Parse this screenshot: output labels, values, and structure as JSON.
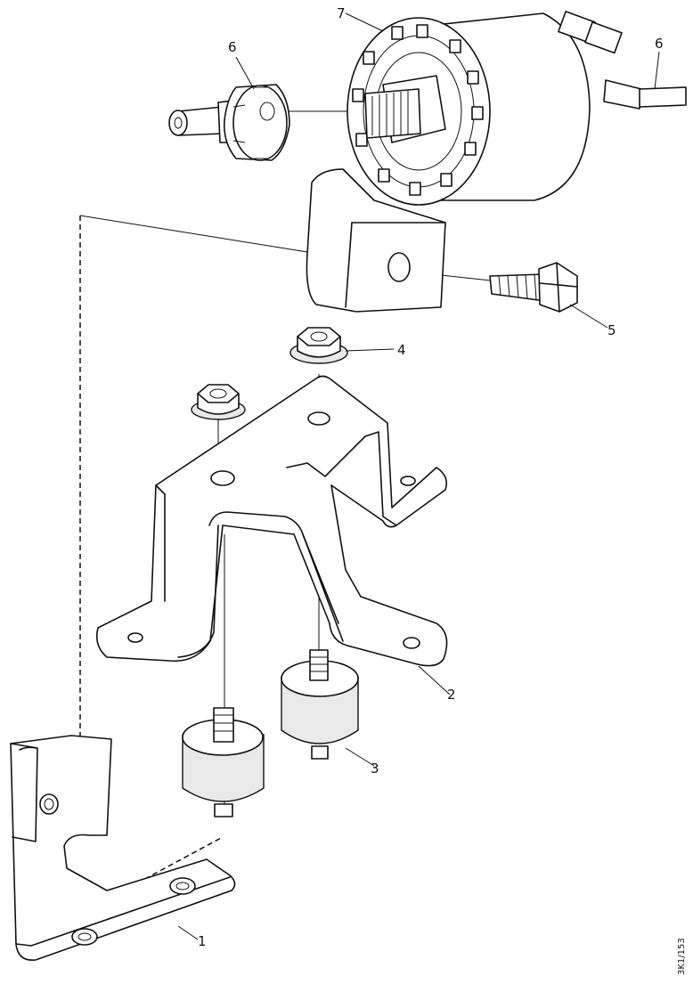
{
  "diagram": {
    "callouts": [
      {
        "id": "1",
        "label": "1"
      },
      {
        "id": "2",
        "label": "2"
      },
      {
        "id": "3",
        "label": "3"
      },
      {
        "id": "4",
        "label": "4"
      },
      {
        "id": "5",
        "label": "5"
      },
      {
        "id": "6a",
        "label": "6"
      },
      {
        "id": "6b",
        "label": "6"
      },
      {
        "id": "7",
        "label": "7"
      }
    ],
    "reference_code": "3K1/153"
  }
}
